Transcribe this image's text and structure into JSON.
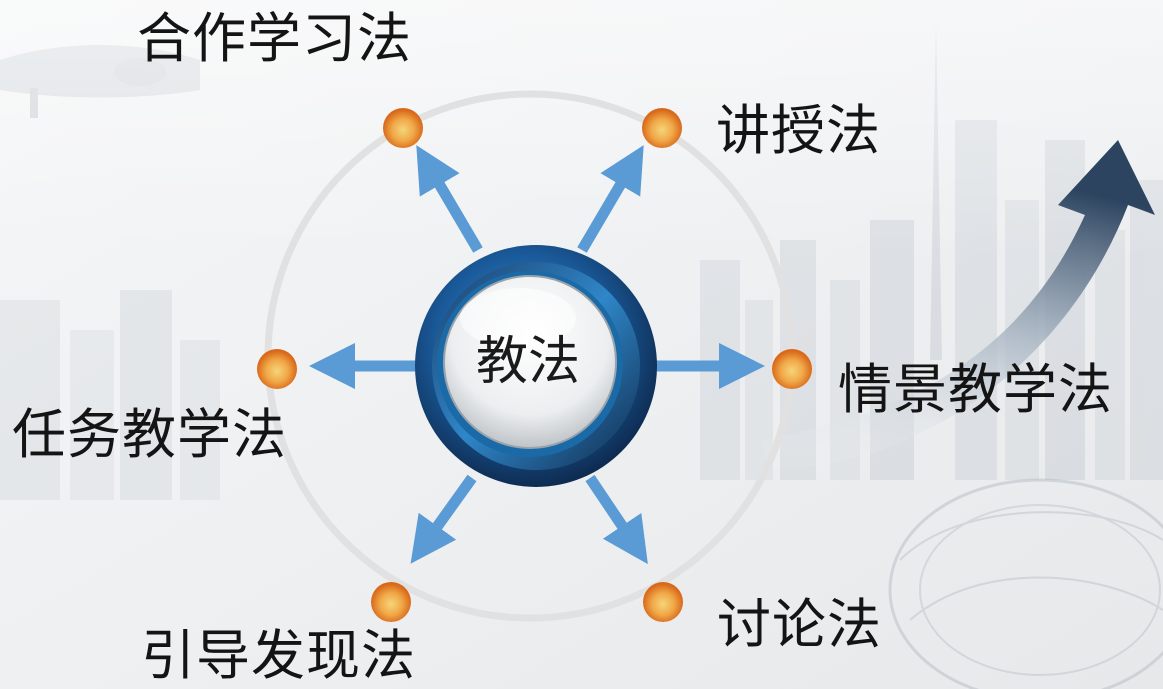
{
  "diagram": {
    "center": {
      "label": "教法"
    },
    "methods": [
      {
        "id": "cooperative",
        "label": "合作学习法"
      },
      {
        "id": "lecture",
        "label": "讲授法"
      },
      {
        "id": "situational",
        "label": "情景教学法"
      },
      {
        "id": "discussion",
        "label": "讨论法"
      },
      {
        "id": "guided-discovery",
        "label": "引导发现法"
      },
      {
        "id": "task-based",
        "label": "任务教学法"
      }
    ],
    "colors": {
      "arrow": "#5b9bd5",
      "node_outer": "#e07a1e",
      "node_inner": "#f3c96a",
      "ring": "#e2e2e2",
      "hub_dark": "#15345e",
      "hub_mid": "#1f6fb1",
      "curve_arrow": "#2c4460"
    }
  }
}
